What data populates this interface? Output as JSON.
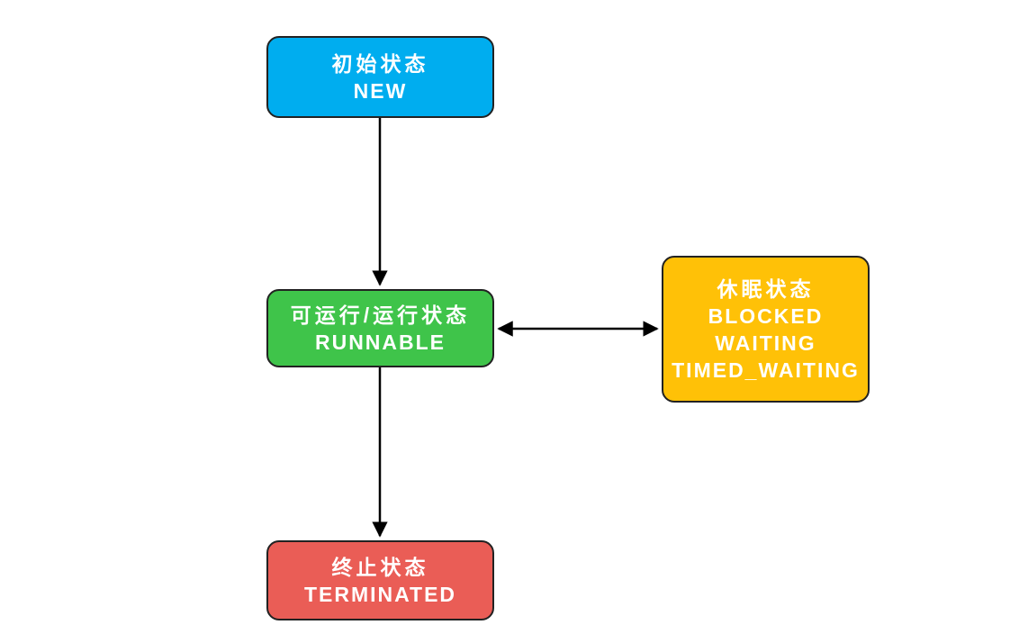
{
  "diagram": {
    "background": "#ffffff",
    "node_border_color": "#222222",
    "node_text_color": "#ffffff",
    "arrow_color": "#000000",
    "nodes": {
      "new": {
        "label_zh": "初始状态",
        "label_en": "NEW",
        "color": "#00ADEF"
      },
      "runnable": {
        "label_zh": "可运行/运行状态",
        "label_en": "RUNNABLE",
        "color": "#3FC44A"
      },
      "sleep": {
        "label_zh": "休眠状态",
        "lines": [
          "BLOCKED",
          "WAITING",
          "TIMED_WAITING"
        ],
        "color": "#FFC107"
      },
      "terminated": {
        "label_zh": "终止状态",
        "label_en": "TERMINATED",
        "color": "#EA5D56"
      }
    },
    "edges": [
      {
        "from": "new",
        "to": "runnable",
        "direction": "one-way"
      },
      {
        "from": "runnable",
        "to": "sleep",
        "direction": "two-way"
      },
      {
        "from": "runnable",
        "to": "terminated",
        "direction": "one-way"
      }
    ]
  }
}
